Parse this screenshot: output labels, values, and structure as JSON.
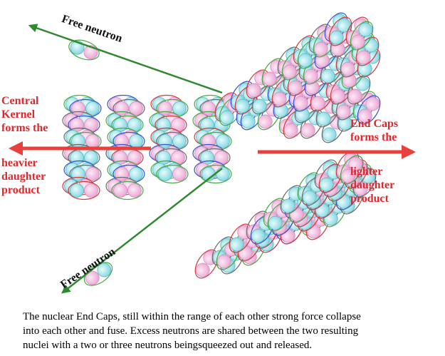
{
  "labels": {
    "free_neutron_top": "Free neutron",
    "free_neutron_bottom": "Free neutron",
    "central_kernel": [
      "Central",
      "Kernel",
      "forms the"
    ],
    "heavier_product": [
      "heavier",
      "daughter",
      "product"
    ],
    "end_caps": [
      "End Caps",
      "forms the"
    ],
    "lighter_product": [
      "lighter",
      "daughter",
      "product"
    ]
  },
  "caption": [
    "The nuclear End Caps, still within the range of each other strong force collapse",
    "into each other and fuse.  Excess neutrons are shared between the two resulting",
    "nuclei with a two or three neutrons beingsqueezed out and released."
  ],
  "colors": {
    "proton": "#f4b8e0",
    "neutron": "#8fe3ea",
    "label_red": "#e3262b",
    "arrow_red": "#e8413d",
    "arrow_green": "#2f8a2f",
    "outline_green": "#44aa44",
    "outline_red": "#d23a3a",
    "outline_blue": "#3a4fd0",
    "outline_gray": "#6b6b6b"
  }
}
